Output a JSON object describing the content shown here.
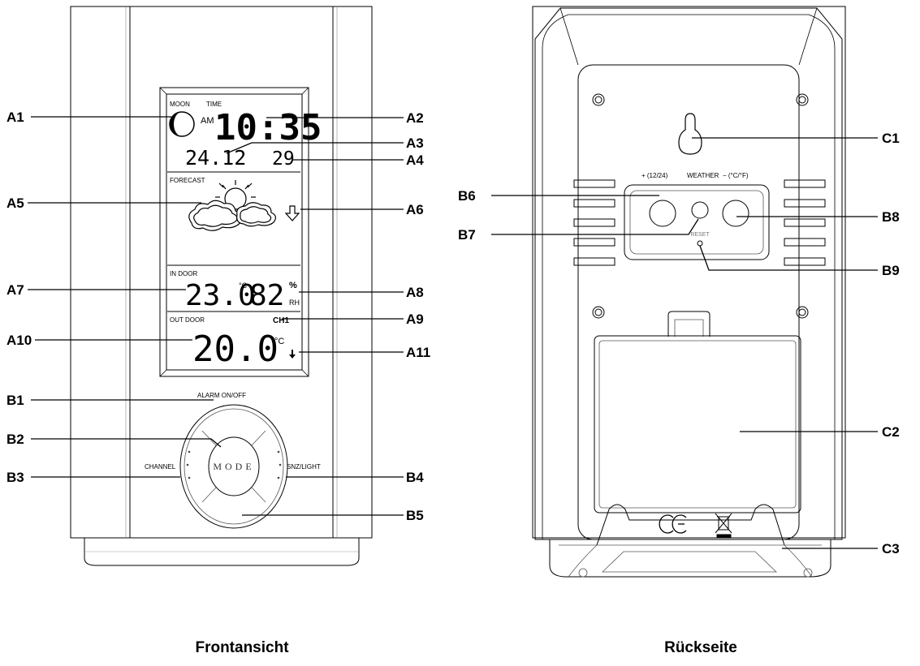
{
  "captions": {
    "front": "Frontansicht",
    "back": "Rückseite"
  },
  "lcd": {
    "moon_label": "MOON",
    "time_label": "TIME",
    "am_label": "AM",
    "time": "10:35",
    "date": "24.12",
    "seconds": "29",
    "forecast_label": "FORECAST",
    "indoor_label": "IN DOOR",
    "indoor_temp": "23.0",
    "indoor_temp_unit": "°C",
    "indoor_humidity": "82",
    "humidity_unit_top": "%",
    "humidity_unit_bottom": "RH",
    "outdoor_label": "OUT DOOR",
    "channel": "CH1",
    "outdoor_temp": "20.0",
    "outdoor_temp_unit": "°C"
  },
  "front_buttons": {
    "alarm": "ALARM ON/OFF",
    "mode": "MODE",
    "channel": "CHANNEL",
    "snz_light": "SNZ/LIGHT"
  },
  "back_buttons": {
    "plus": "+ (12/24)",
    "weather": "WEATHER",
    "minus": "− (°C/°F)",
    "reset": "RESET"
  },
  "callouts": {
    "left_front": [
      "A1",
      "A5",
      "A7",
      "A10",
      "B1",
      "B2",
      "B3"
    ],
    "right_front": [
      "A2",
      "A3",
      "A4",
      "A6",
      "A8",
      "A9",
      "A11",
      "B4",
      "B5"
    ],
    "left_back": [
      "B6",
      "B7"
    ],
    "right_back": [
      "C1",
      "B8",
      "B9",
      "C2",
      "C3"
    ]
  },
  "icons": [
    "moon-icon",
    "sun-cloud-icon",
    "trend-arrow-icon",
    "keyhole-icon",
    "ce-mark-icon",
    "weee-bin-icon"
  ]
}
